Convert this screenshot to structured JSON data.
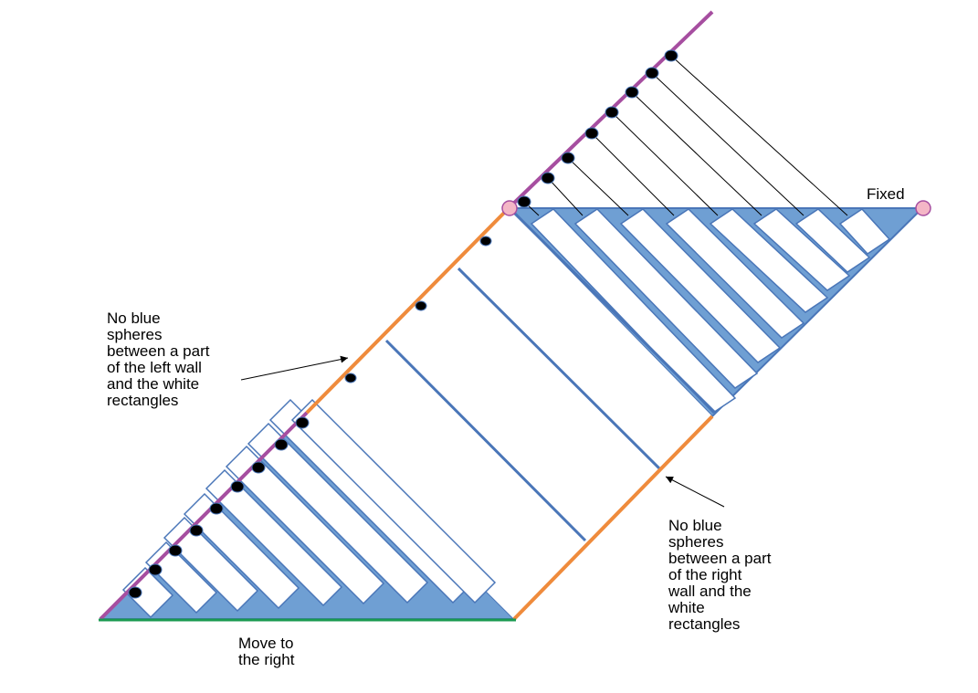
{
  "labels": {
    "fixed": "Fixed",
    "move_line1": "Move to",
    "move_line2": "the right",
    "left_note": [
      "No blue",
      "spheres",
      "between a part",
      "of the left wall",
      "and the white",
      "rectangles"
    ],
    "right_note": [
      "No blue",
      "spheres",
      "between a part",
      "of the right",
      "wall and the",
      "white",
      "rectangles"
    ]
  },
  "colors": {
    "blue_fill": "#6f9fd3",
    "blue_stroke": "#4a76b8",
    "purple_wall": "#a64ea0",
    "orange_wall": "#ef8b3c",
    "green_base": "#1a9a50",
    "sphere": "#000000",
    "fixed_marker": "#f4b6c6"
  },
  "icons": {
    "fixed_marker": "pink-circle-marker",
    "sphere": "black-sphere",
    "arrow": "arrowhead"
  }
}
